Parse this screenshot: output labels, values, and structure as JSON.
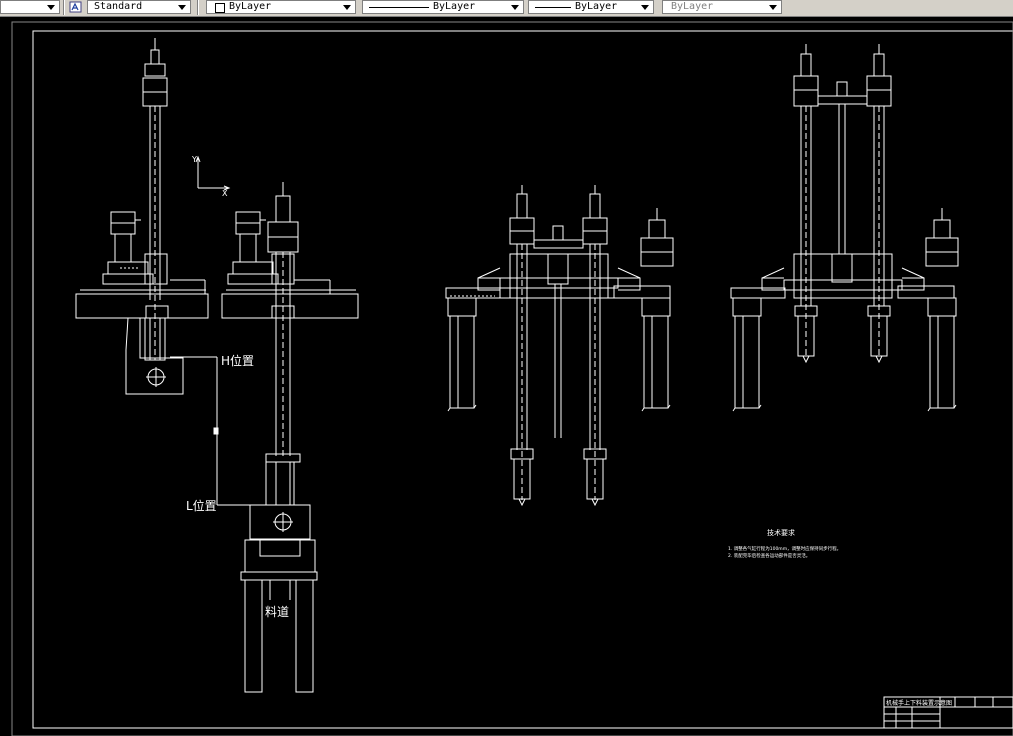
{
  "toolbar": {
    "layer_value": "",
    "text_style": "Standard",
    "color": "ByLayer",
    "linetype": "ByLayer",
    "lineweight": "ByLayer",
    "plot_style": "ByLayer"
  },
  "drawing": {
    "label_h": "H位置",
    "label_l": "L位置",
    "label_chute": "料道",
    "ucs_y": "Y",
    "ucs_x": "X",
    "notes_title": "技术要求",
    "note_1": "1. 调整各气缸行程为100mm，调整时应保持同步行程。",
    "note_2": "2. 装配完毕后检查各运动部件是否灵活。",
    "title_block_name": "机械手上下料装置示意图"
  }
}
